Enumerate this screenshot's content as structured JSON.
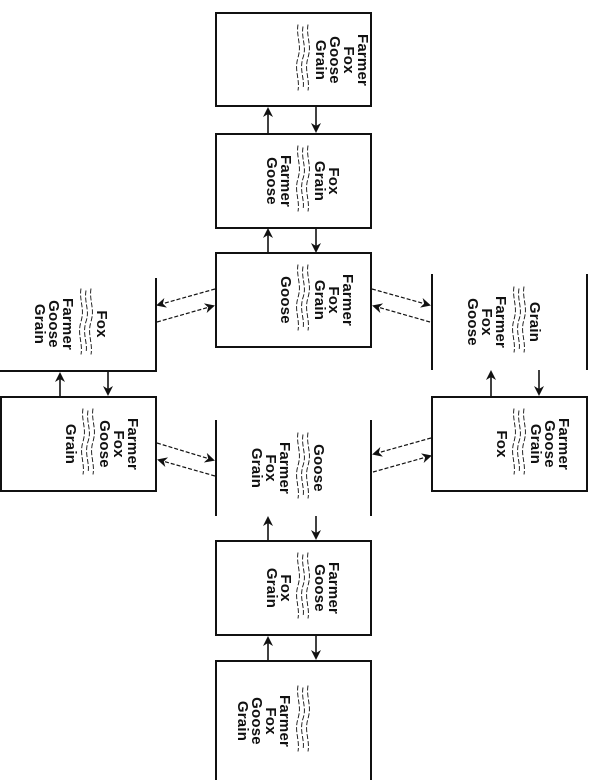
{
  "title": "Farmer, Fox, Goose and Grain river-crossing state diagram",
  "states": [
    {
      "id": "s1",
      "near_bank": [
        "Farmer",
        "Fox",
        "Goose",
        "Grain"
      ],
      "far_bank": []
    },
    {
      "id": "s2",
      "near_bank": [
        "Fox",
        "Grain"
      ],
      "far_bank": [
        "Farmer",
        "Goose"
      ]
    },
    {
      "id": "s3",
      "near_bank": [
        "Farmer",
        "Fox",
        "Grain"
      ],
      "far_bank": [
        "Goose"
      ]
    },
    {
      "id": "s4",
      "near_bank": [
        "Fox"
      ],
      "far_bank": [
        "Farmer",
        "Goose",
        "Grain"
      ]
    },
    {
      "id": "s5",
      "near_bank": [
        "Grain"
      ],
      "far_bank": [
        "Farmer",
        "Fox",
        "Goose"
      ]
    },
    {
      "id": "s6",
      "near_bank": [
        "Farmer",
        "Fox",
        "Goose"
      ],
      "far_bank": [
        "Grain"
      ]
    },
    {
      "id": "s7",
      "near_bank": [
        "Farmer",
        "Goose",
        "Grain"
      ],
      "far_bank": [
        "Fox"
      ]
    },
    {
      "id": "s8",
      "near_bank": [
        "Goose"
      ],
      "far_bank": [
        "Farmer",
        "Fox",
        "Grain"
      ]
    },
    {
      "id": "s9",
      "near_bank": [
        "Farmer",
        "Goose"
      ],
      "far_bank": [
        "Fox",
        "Grain"
      ]
    },
    {
      "id": "s10",
      "near_bank": [],
      "far_bank": [
        "Farmer",
        "Fox",
        "Goose",
        "Grain"
      ]
    }
  ],
  "transitions": [
    [
      "s1",
      "s2"
    ],
    [
      "s2",
      "s3"
    ],
    [
      "s3",
      "s4"
    ],
    [
      "s3",
      "s5"
    ],
    [
      "s4",
      "s6"
    ],
    [
      "s5",
      "s7"
    ],
    [
      "s6",
      "s8"
    ],
    [
      "s7",
      "s8"
    ],
    [
      "s8",
      "s9"
    ],
    [
      "s9",
      "s10"
    ]
  ]
}
